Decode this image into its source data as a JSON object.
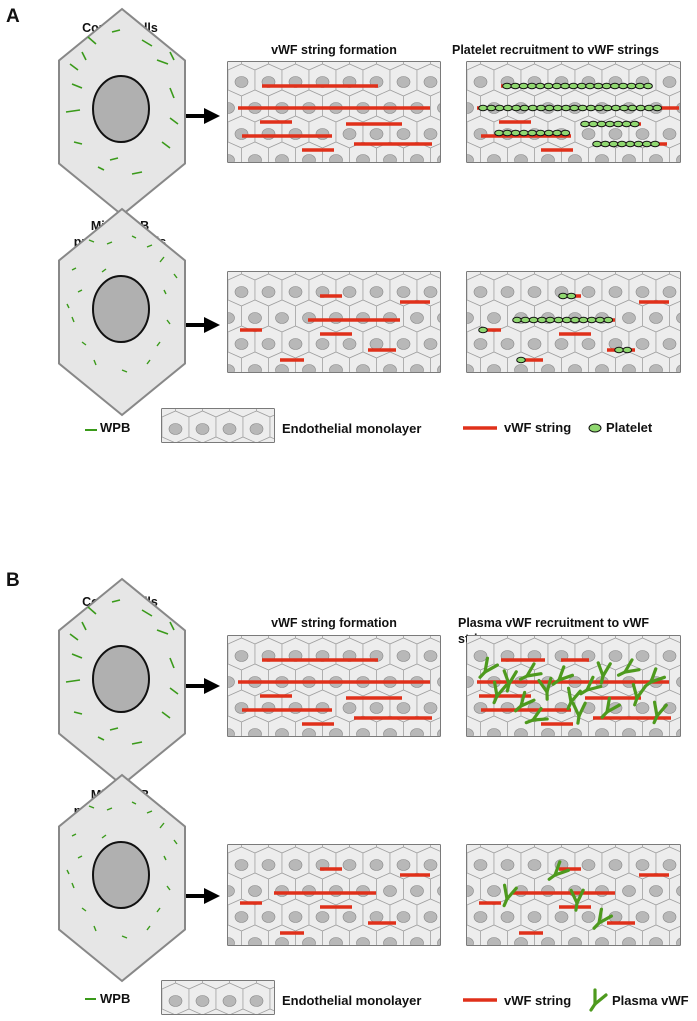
{
  "panels": [
    {
      "letter": "A",
      "control_label": "Control cells",
      "mini_label": "Mini-WPB\nproducing cells",
      "col1_title": "vWF string formation",
      "col2_title": "Platelet recruitment to vWF strings",
      "legend": {
        "wpb": "WPB",
        "monolayer": "Endothelial monolayer",
        "string": "vWF string",
        "fourth": "Platelet"
      }
    },
    {
      "letter": "B",
      "control_label": "Control cells",
      "mini_label": "Mini-WPB\nproducing cells",
      "col1_title": "vWF string formation",
      "col2_title": "Plasma vWF recruitment to vWF strings",
      "legend": {
        "wpb": "WPB",
        "monolayer": "Endothelial monolayer",
        "string": "vWF string",
        "fourth": "Plasma vWF"
      }
    }
  ],
  "colors": {
    "wpb": "#3a9a1a",
    "string": "#e0301a",
    "platelet": "#90d870",
    "plasma_vwf": "#4e9a1e",
    "cell_fill": "#e6e6e6",
    "cell_stroke": "#888888",
    "nucleus": "#b0b0b0"
  }
}
